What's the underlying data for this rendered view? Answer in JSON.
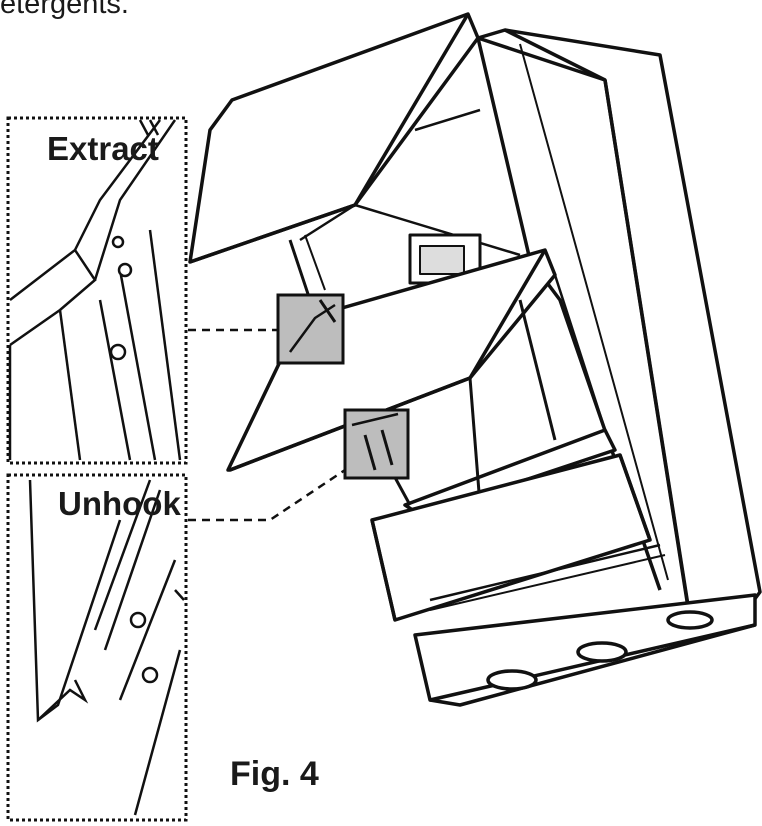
{
  "header": {
    "text_fragment": "etergents."
  },
  "labels": {
    "extract": "Extract",
    "unhook": "Unhook"
  },
  "caption": "Fig. 4"
}
